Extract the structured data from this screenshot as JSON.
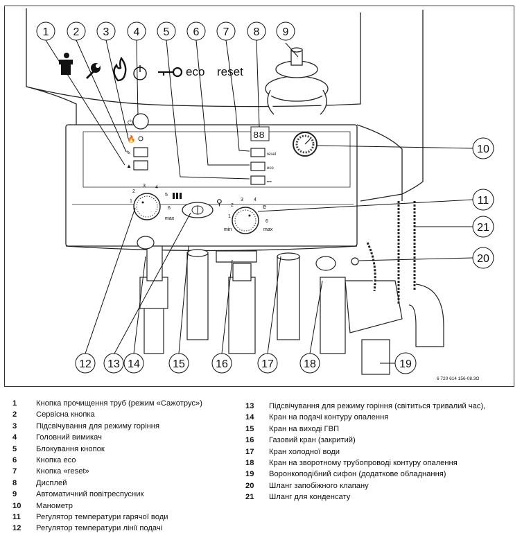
{
  "callouts": [
    "1",
    "2",
    "3",
    "4",
    "5",
    "6",
    "7",
    "8",
    "9",
    "10",
    "11",
    "12",
    "13",
    "14",
    "15",
    "16",
    "17",
    "18",
    "19",
    "20",
    "21"
  ],
  "panel_text": {
    "eco": "eco",
    "reset": "reset",
    "display": "88",
    "btn_reset": "reset",
    "btn_eco": "eco",
    "btn_lock": "⊷",
    "max": "max",
    "min": "min",
    "heating_dial_scale": [
      "1",
      "2",
      "3",
      "4",
      "5",
      "6"
    ],
    "water_dial_scale": [
      "1",
      "2",
      "3",
      "4",
      "e",
      "6"
    ]
  },
  "doc_ref": "6 720 614 156-08.3O",
  "legend": {
    "left": [
      {
        "num": "1",
        "text": "Кнопка прочищення труб (режим «Сажотрус»)"
      },
      {
        "num": "2",
        "text": "Сервісна кнопка"
      },
      {
        "num": "3",
        "text": "Підсвічування для режиму горіння"
      },
      {
        "num": "4",
        "text": "Головний вимикач"
      },
      {
        "num": "5",
        "text": "Блокування кнопок"
      },
      {
        "num": "6",
        "text": "Кнопка eco"
      },
      {
        "num": "7",
        "text": "Кнопка «reset»"
      },
      {
        "num": "8",
        "text": "Дисплей"
      },
      {
        "num": "9",
        "text": "Автоматичний повітреспусник"
      },
      {
        "num": "10",
        "text": "Манометр"
      },
      {
        "num": "11",
        "text": "Регулятор температури гарячої води"
      },
      {
        "num": "12",
        "text": "Регулятор температури лінії подачі"
      }
    ],
    "right": [
      {
        "num": "13",
        "text": "Підсвічування для режиму горіння (світиться тривалий час),"
      },
      {
        "num": "14",
        "text": "Кран на подачі контуру опалення"
      },
      {
        "num": "15",
        "text": "Кран на виході ГВП"
      },
      {
        "num": "16",
        "text": "Газовий кран (закритий)"
      },
      {
        "num": "17",
        "text": "Кран холодної води"
      },
      {
        "num": "18",
        "text": "Кран на зворотному трубопроводі контуру опалення"
      },
      {
        "num": "19",
        "text": "Воронкоподібний сифон (додаткове обладнання)"
      },
      {
        "num": "20",
        "text": "Шланг запобіжного клапану"
      },
      {
        "num": "21",
        "text": "Шланг для конденсату"
      }
    ]
  }
}
